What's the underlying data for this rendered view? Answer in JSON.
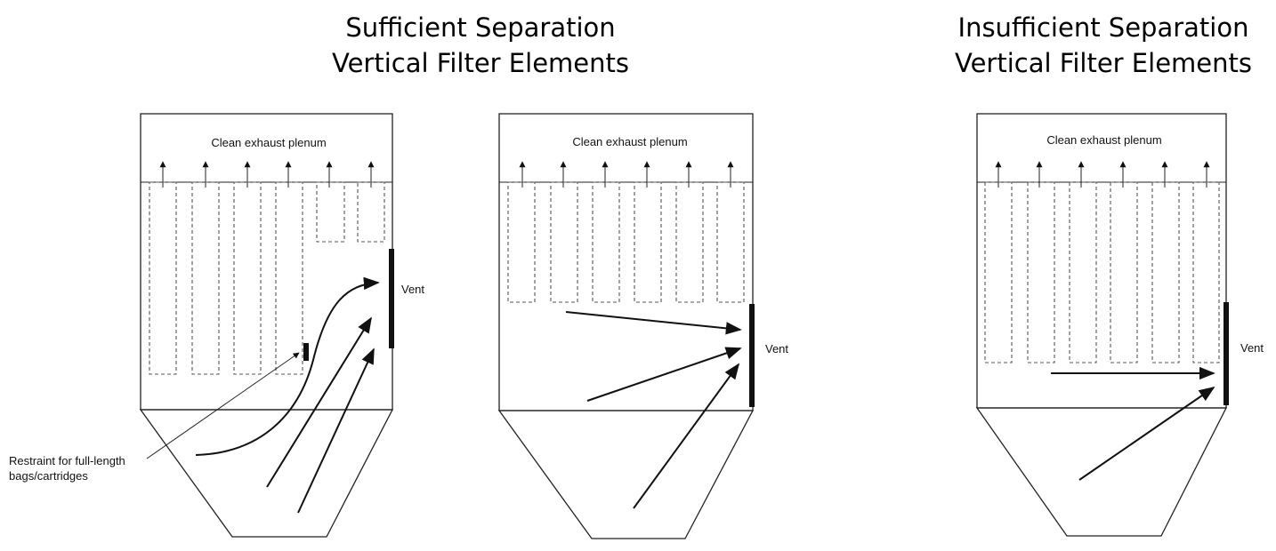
{
  "headings": {
    "sufficient": {
      "line1": "Sufficient Separation",
      "line2": "Vertical Filter Elements"
    },
    "insufficient": {
      "line1": "Insufficient Separation",
      "line2": "Vertical Filter Elements"
    }
  },
  "panels": {
    "a": {
      "plenum": "Clean exhaust plenum",
      "vent": "Vent",
      "restraint_line1": "Restraint for full-length",
      "restraint_line2": "bags/cartridges"
    },
    "b": {
      "plenum": "Clean exhaust plenum",
      "vent": "Vent"
    },
    "c": {
      "plenum": "Clean exhaust plenum",
      "vent": "Vent"
    }
  }
}
